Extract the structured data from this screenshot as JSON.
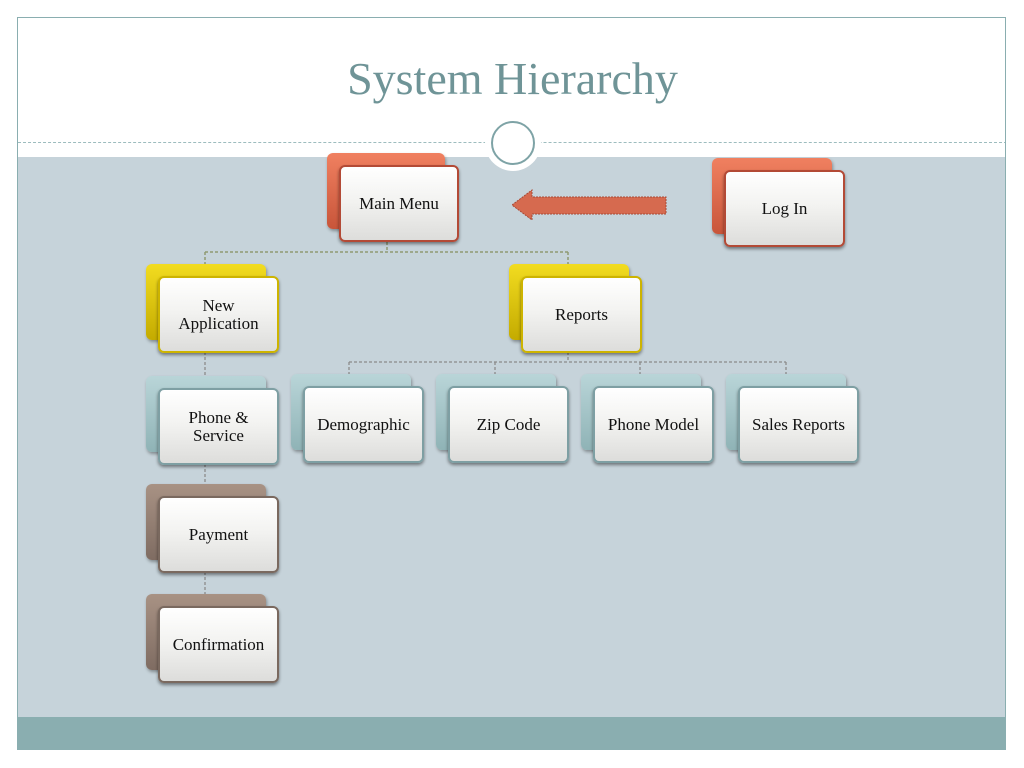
{
  "slide": {
    "title": "System Hierarchy"
  },
  "colors": {
    "title_text": "#6f9497",
    "content_bg": "#c6d3da",
    "footer_band": "#8aaeb0",
    "arrow_fill": "#d66a4f",
    "red": "#d5614a",
    "yellow": "#e0c800",
    "teal": "#a9c6c9",
    "brown": "#8e7b70"
  },
  "diagram": {
    "type": "hierarchy",
    "nodes": {
      "log_in": "Log In",
      "main_menu": "Main Menu",
      "new_application": "New Application",
      "reports": "Reports",
      "phone_service": "Phone & Service",
      "payment": "Payment",
      "confirmation": "Confirmation",
      "demographic": "Demographic",
      "zip_code": "Zip Code",
      "phone_model": "Phone Model",
      "sales_reports": "Sales Reports"
    },
    "edges": [
      [
        "log_in",
        "main_menu"
      ],
      [
        "main_menu",
        "new_application"
      ],
      [
        "main_menu",
        "reports"
      ],
      [
        "new_application",
        "phone_service"
      ],
      [
        "phone_service",
        "payment"
      ],
      [
        "payment",
        "confirmation"
      ],
      [
        "reports",
        "demographic"
      ],
      [
        "reports",
        "zip_code"
      ],
      [
        "reports",
        "phone_model"
      ],
      [
        "reports",
        "sales_reports"
      ]
    ]
  }
}
